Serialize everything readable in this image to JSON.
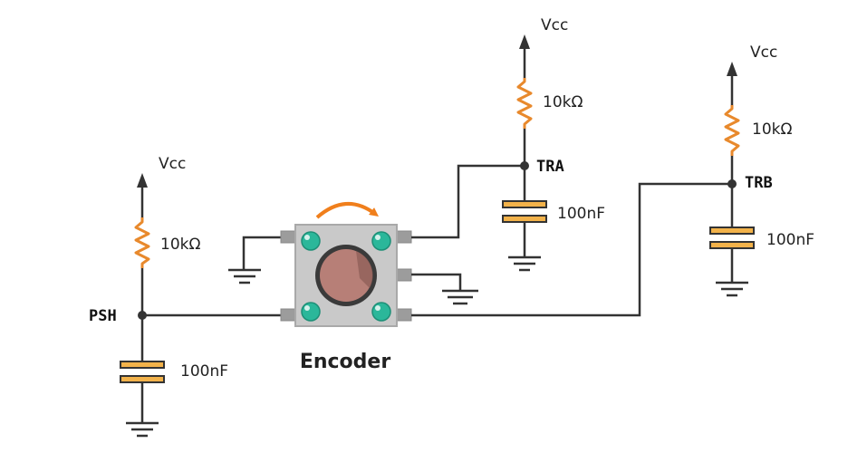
{
  "encoder": {
    "label": "Encoder"
  },
  "nets": {
    "psh": "PSH",
    "tra": "TRA",
    "trb": "TRB"
  },
  "supply": {
    "label": "Vcc"
  },
  "resistor": {
    "value": "10kΩ"
  },
  "capacitor": {
    "value": "100nF"
  },
  "colors": {
    "wire": "#333333",
    "resistor": "#e8892c",
    "capacitor_plate": "#f2b24a",
    "encoder_body": "#c9c9c9",
    "encoder_knob": "#b77f77",
    "pad": "#2bb79a",
    "arrow": "#f07f1c"
  },
  "icons": [
    "rotation-arrow-icon",
    "ground-icon",
    "vcc-arrow-icon"
  ]
}
